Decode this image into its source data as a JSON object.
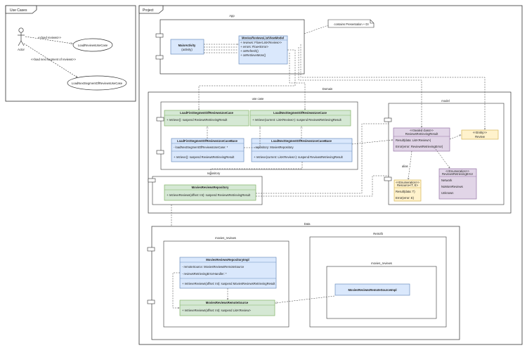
{
  "usecases": {
    "frame_label": "Use Cases",
    "actor_label": "Actor",
    "uc1": "LoadReviewsUseCase",
    "uc2": "LoadNextSegmentOfReviewsUseCase",
    "assoc1": "<<load reviews>>",
    "assoc2": "<<load next segment of reviews>>"
  },
  "project": {
    "frame_label": "Project"
  },
  "app": {
    "label": "App",
    "note": "contains Presentation + DI",
    "main_activity": {
      "name": "MainActivity",
      "sub": "(activity)"
    },
    "viewmodel": {
      "name": "MoviesReviewsListViewModel",
      "members": [
        "+ reviews: Flow<List<Review>>",
        "+ errors: Flow<Error>",
        "+ onRefresh()",
        "+ onRetrieveMore()"
      ]
    }
  },
  "domain": {
    "label": "Domain",
    "usecase_pkg": "use case",
    "load_first_uc": {
      "name": "LoadFirstSegmentOfReviewsUseCase",
      "method": "+ retrieve(): suspend ReviewsRetrievingResult"
    },
    "load_next_uc": {
      "name": "LoadNextSegmentOfReviewsUseCase",
      "method": "+ retrieve(current: List<Review>): suspend ReviewsRetrievingResult"
    },
    "load_first_base": {
      "name": "LoadFirstSegmentOfReviewsUseCaseBase",
      "attr": "- loadNextSegmentOfReviewsUseCase: *",
      "method": "+ retrieve(): suspend ReviewsRetrievingResult"
    },
    "load_next_base": {
      "name": "LoadNextSegmentOfReviewsUseCaseBase",
      "attr": "- repository: MoviesRepository",
      "method": "+ retrieve(current: List<Review>): suspend ReviewsRetrievingResult"
    },
    "repository_pkg": "repository",
    "repository": {
      "name": "MoviesReviewsRepository",
      "method": "+ retrieveReviews(offset: Int): suspend ReviewsRetrievingResult"
    },
    "model_pkg": "model",
    "result": {
      "stereo": "<<Sealed class>>",
      "name": "ReviewsRetrievingResult",
      "attrs": [
        "Result(data: List<Review>)",
        "Error(error: ReviewsRetrievingError)"
      ]
    },
    "review": {
      "stereo": "<<Entity>>",
      "name": "Review"
    },
    "error_enum": {
      "stereo": "<<Enumeration>>",
      "name": "ReviewsRetrievingError",
      "items": [
        "Network",
        "NoMoreReviews",
        "Unknown"
      ]
    },
    "resource": {
      "stereo": "<<Enumeration>>",
      "name": "Resource<T, E>",
      "attrs": [
        "Result(data: T)",
        "Error(error: E)"
      ],
      "alias": "alias"
    }
  },
  "data": {
    "label": "Data",
    "movies_reviews_pkg": "movies_reviews",
    "repo_impl": {
      "name": "MoviesReviewsRepositoryImpl",
      "attrs": [
        "- remoteSource: MoviesReviewsRemoteSource",
        "- reviewsRetrievingErrorHandler: *"
      ],
      "method": "+ retrieveReviews(offset: Int): suspend MoviesReviewsRetrievingResult"
    },
    "remote_source": {
      "name": "MoviesReviewsRemoteSource",
      "method": "+ retrieveReviews(offset: Int): suspend List<Review>"
    },
    "retrofit_pkg": "Retrofit",
    "retrofit_sub_pkg": "movies_reviews",
    "remote_impl": {
      "name": "MoviesReviewsRemoteSourceImpl"
    }
  }
}
